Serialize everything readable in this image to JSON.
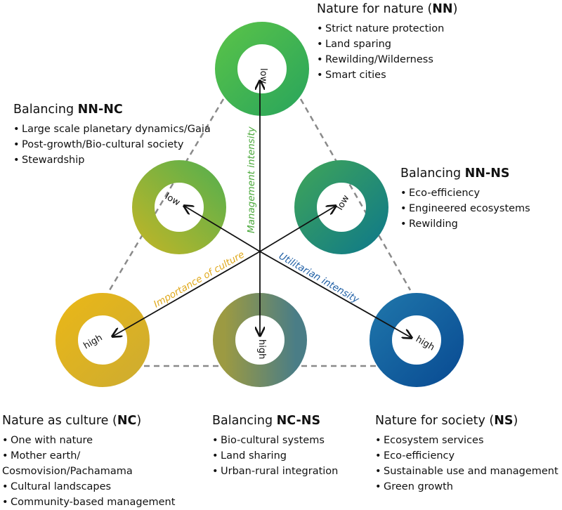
{
  "colors": {
    "nn": "#3fb34f",
    "nc": "#e2b21a",
    "ns": "#0f5ea3",
    "nn_nc": "#8fb23c",
    "nn_ns": "#248b6e",
    "nc_ns": "#7d9560",
    "axis_management": "#4aa83a",
    "axis_culture": "#e0a91c",
    "axis_utilitarian": "#1f5fa5"
  },
  "axes": {
    "management": {
      "label": "Management intensity",
      "low": "low",
      "high": "high"
    },
    "culture": {
      "label": "Importance of culture",
      "low": "low",
      "high": "high"
    },
    "utilitarian": {
      "label": "Utilitarian intensity",
      "low": "low",
      "high": "high"
    }
  },
  "blocks": {
    "nn": {
      "title_prefix": "Nature for nature (",
      "title_bold": "NN",
      "title_suffix": ")",
      "items": [
        "Strict nature protection",
        "Land sparing",
        "Rewilding/Wilderness",
        "Smart cities"
      ]
    },
    "nn_nc": {
      "title_prefix": "Balancing ",
      "title_bold": "NN-NC",
      "items": [
        "Large scale planetary dynamics/Gaia",
        "Post-growth/Bio-cultural society",
        "Stewardship"
      ]
    },
    "nn_ns": {
      "title_prefix": "Balancing ",
      "title_bold": "NN-NS",
      "items": [
        "Eco-efficiency",
        "Engineered ecosystems",
        "Rewilding"
      ]
    },
    "nc": {
      "title_prefix": "Nature as culture (",
      "title_bold": "NC",
      "title_suffix": ")",
      "items": [
        "One with nature",
        "Mother earth/",
        "Cosmovision/Pachamama",
        "Cultural landscapes",
        "Community-based management"
      ]
    },
    "nc_ns": {
      "title_prefix": "Balancing ",
      "title_bold": "NC-NS",
      "items": [
        "Bio-cultural systems",
        "Land sharing",
        "Urban-rural integration"
      ]
    },
    "ns": {
      "title_prefix": "Nature for society (",
      "title_bold": "NS",
      "title_suffix": ")",
      "items": [
        "Ecosystem services",
        "Eco-efficiency",
        "Sustainable use and management",
        "Green growth"
      ]
    }
  }
}
